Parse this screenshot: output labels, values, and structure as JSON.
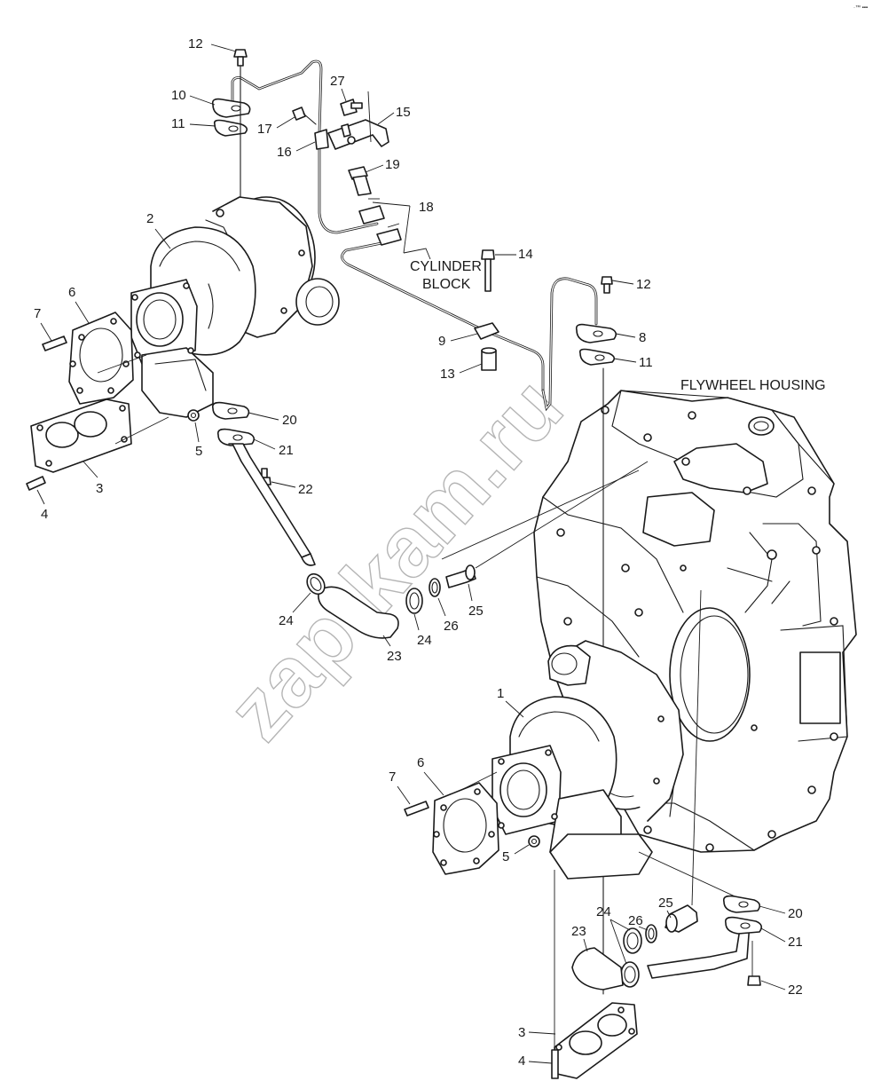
{
  "watermark": "zap-kam.ru",
  "corner_mark": "·™ ▪▪▪",
  "annotations": {
    "cylinder_block_line1": "CYLINDER",
    "cylinder_block_line2": "BLOCK",
    "flywheel_housing": "FLYWHEEL HOUSING"
  },
  "callouts": {
    "c12a": "12",
    "c10": "10",
    "c11a": "11",
    "c27": "27",
    "c17": "17",
    "c15": "15",
    "c16": "16",
    "c19": "19",
    "c18": "18",
    "c2": "2",
    "c14": "14",
    "c12b": "12",
    "c6a": "6",
    "c7a": "7",
    "c8": "8",
    "c9": "9",
    "c11b": "11",
    "c13": "13",
    "c20a": "20",
    "c5a": "5",
    "c21a": "21",
    "c3a": "3",
    "c22a": "22",
    "c4a": "4",
    "c25a": "25",
    "c26a": "26",
    "c24a": "24",
    "c24b": "24",
    "c23a": "23",
    "c1": "1",
    "c6b": "6",
    "c7b": "7",
    "c5b": "5",
    "c25b": "25",
    "c26b": "26",
    "c24c": "24",
    "c23b": "23",
    "c20b": "20",
    "c21b": "21",
    "c22b": "22",
    "c3b": "3",
    "c4b": "4"
  }
}
